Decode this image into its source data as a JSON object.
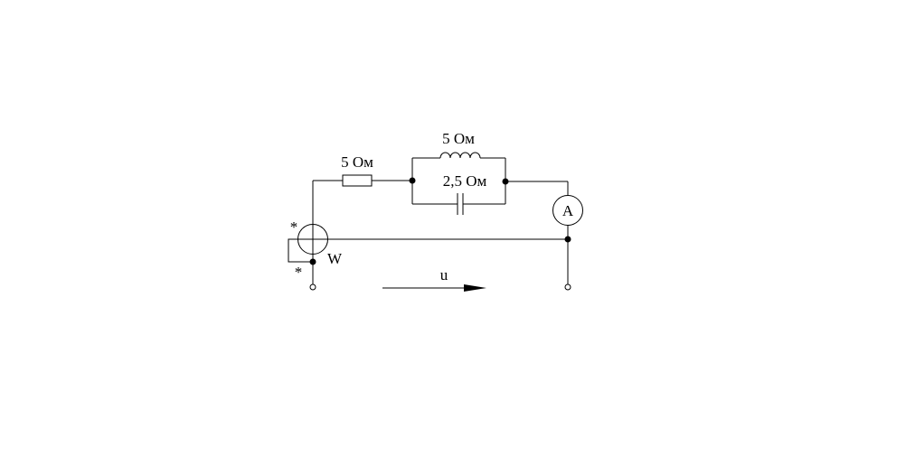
{
  "diagram": {
    "resistor_label": "5 Ом",
    "inductor_label": "5 Ом",
    "capacitor_label": "2,5 Ом",
    "ammeter_label": "A",
    "wattmeter_label": "W",
    "current_coil_marker": "*",
    "voltage_coil_marker": "*",
    "voltage_label": "u"
  }
}
